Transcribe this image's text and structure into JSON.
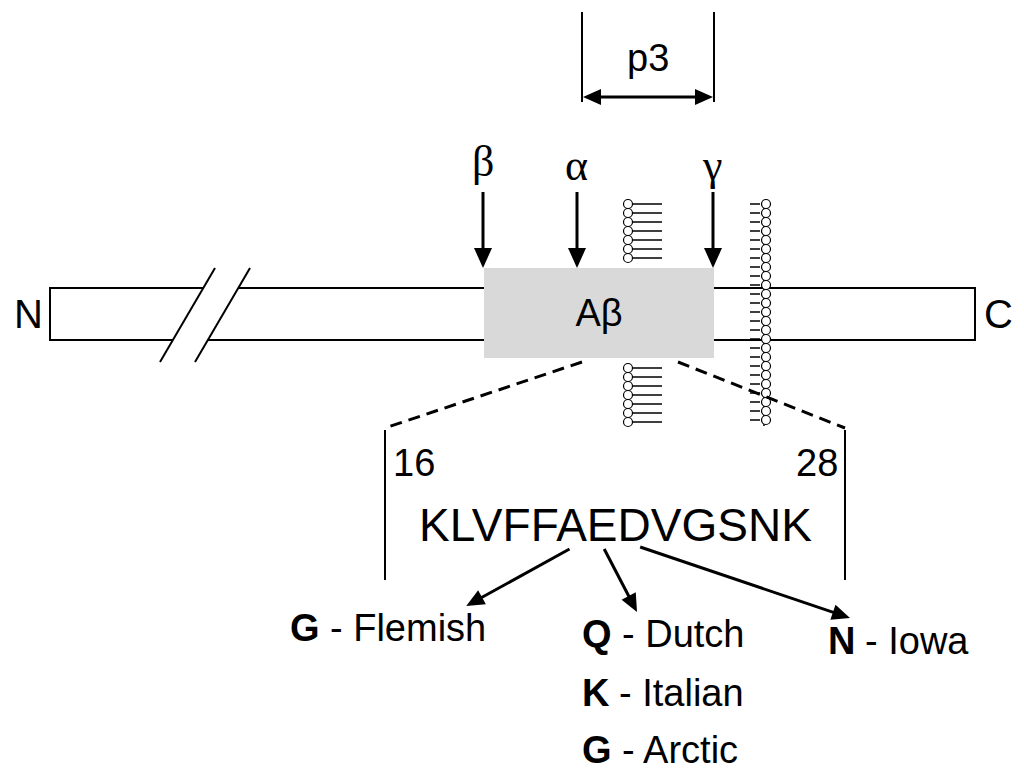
{
  "diagram": {
    "nodes": [
      {
        "text": [
          "Aβ"
        ]
      }
    ],
    "labels": [
      "p3",
      "β",
      "α",
      "γ",
      "N",
      "C",
      "16",
      "28",
      "KLVFFAEDVGSNK",
      "G",
      "- Flemish",
      "Q",
      "- Dutch",
      "K",
      "- Italian",
      "G",
      "- Arctic",
      "N",
      "- Iowa"
    ]
  }
}
